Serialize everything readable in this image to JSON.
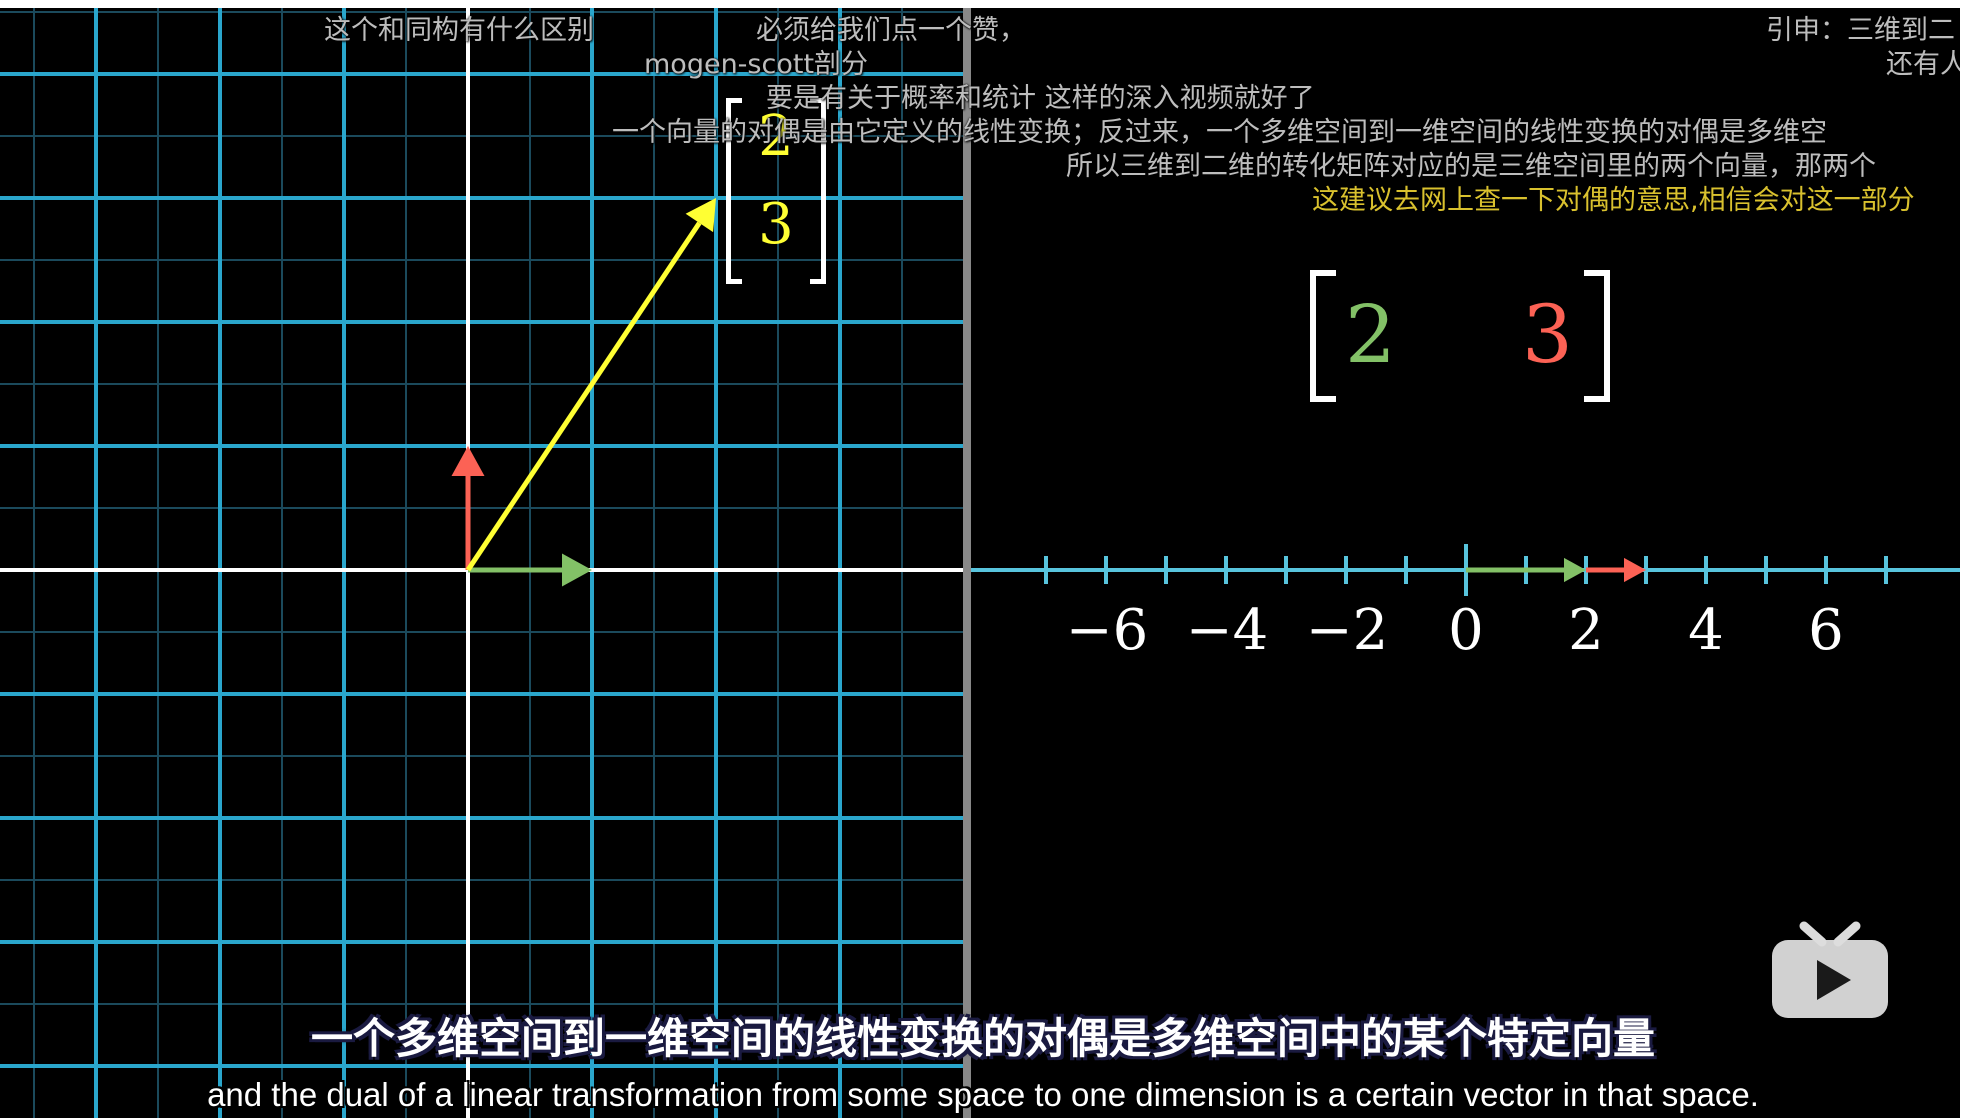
{
  "colors": {
    "grid": "#2aa6cc",
    "grid_faint": "#1b4a5c",
    "axis": "#ffffff",
    "vector": "#ffff33",
    "i_hat": "#83c167",
    "j_hat": "#fc6255",
    "divider": "#888888",
    "numberline": "#58c4dd"
  },
  "left_scene": {
    "vector_matrix": {
      "top": "2",
      "bottom": "3"
    }
  },
  "right_scene": {
    "row_matrix": {
      "first": "2",
      "second": "3"
    },
    "numberline_labels": [
      "−6",
      "−4",
      "−2",
      "0",
      "2",
      "4",
      "6"
    ]
  },
  "danmaku": [
    {
      "text": "这个和同构有什么区别",
      "color": "gray"
    },
    {
      "text": "必须给我们点一个赞，",
      "color": "gray"
    },
    {
      "text": "mogen-scott剖分",
      "color": "gray"
    },
    {
      "text": "要是有关于概率和统计 这样的深入视频就好了",
      "color": "gray"
    },
    {
      "text": "一个向量的对偶是由它定义的线性变换；反过来，一个多维空间到一维空间的线性变换的对偶是多维空",
      "color": "gray"
    },
    {
      "text": "所以三维到二维的转化矩阵对应的是三维空间里的两个向量，那两个",
      "color": "gray"
    },
    {
      "text": "这建议去网上查一下对偶的意思,相信会对这一部分",
      "color": "yellow"
    },
    {
      "text": "引申：三维到二",
      "color": "gray"
    },
    {
      "text": "还有人",
      "color": "gray"
    }
  ],
  "subtitles": {
    "cn": "一个多维空间到一维空间的线性变换的对偶是多维空间中的某个特定向量",
    "en": "and the dual of a linear transformation from some space to one dimension is a certain vector in that space."
  },
  "logo": {
    "icon": "bilibili-tv-play-icon"
  }
}
